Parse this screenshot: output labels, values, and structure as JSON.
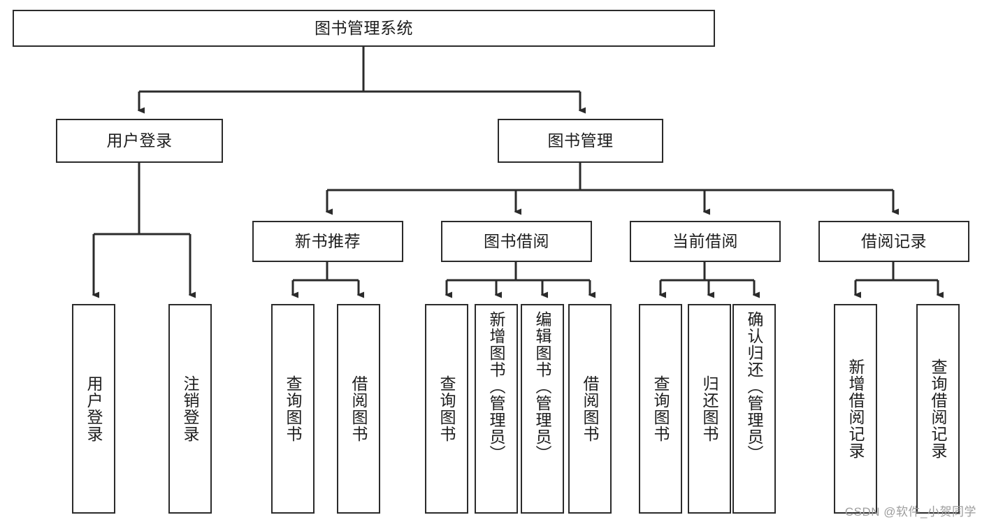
{
  "diagram": {
    "type": "tree",
    "title": "图书管理系统",
    "watermark": "CSDN @软件_小贺同学",
    "colors": {
      "box_border": "#2b2b2b",
      "box_fill": "#ffffff",
      "connector": "#2b2b2b",
      "text": "#1d1d1d",
      "watermark": "#9d9d9d",
      "background": "#ffffff"
    },
    "levels": {
      "root": {
        "label": "图书管理系统"
      },
      "level2": [
        {
          "id": "user-login",
          "label": "用户登录"
        },
        {
          "id": "book-manage",
          "label": "图书管理"
        }
      ],
      "level3": [
        {
          "id": "new-book-recommend",
          "label": "新书推荐",
          "parent": "book-manage"
        },
        {
          "id": "book-borrow",
          "label": "图书借阅",
          "parent": "book-manage"
        },
        {
          "id": "current-borrow",
          "label": "当前借阅",
          "parent": "book-manage"
        },
        {
          "id": "borrow-record",
          "label": "借阅记录",
          "parent": "book-manage"
        }
      ],
      "leaves": [
        {
          "id": "leaf-user-login",
          "label": "用户登录",
          "parent": "user-login"
        },
        {
          "id": "leaf-logout-login",
          "label": "注销登录",
          "parent": "user-login"
        },
        {
          "id": "leaf-query-book-1",
          "label": "查询图书",
          "parent": "new-book-recommend"
        },
        {
          "id": "leaf-borrow-book-1",
          "label": "借阅图书",
          "parent": "new-book-recommend"
        },
        {
          "id": "leaf-query-book-2",
          "label": "查询图书",
          "parent": "book-borrow"
        },
        {
          "id": "leaf-add-book",
          "label": "新增图书（管理员）",
          "parent": "book-borrow"
        },
        {
          "id": "leaf-edit-book",
          "label": "编辑图书（管理员）",
          "parent": "book-borrow"
        },
        {
          "id": "leaf-borrow-book-2",
          "label": "借阅图书",
          "parent": "book-borrow"
        },
        {
          "id": "leaf-query-book-3",
          "label": "查询图书",
          "parent": "current-borrow"
        },
        {
          "id": "leaf-return-book",
          "label": "归还图书",
          "parent": "current-borrow"
        },
        {
          "id": "leaf-confirm-return",
          "label": "确认归还（管理员）",
          "parent": "current-borrow"
        },
        {
          "id": "leaf-add-record",
          "label": "新增借阅记录",
          "parent": "borrow-record"
        },
        {
          "id": "leaf-query-record",
          "label": "查询借阅记录",
          "parent": "borrow-record"
        }
      ]
    }
  }
}
